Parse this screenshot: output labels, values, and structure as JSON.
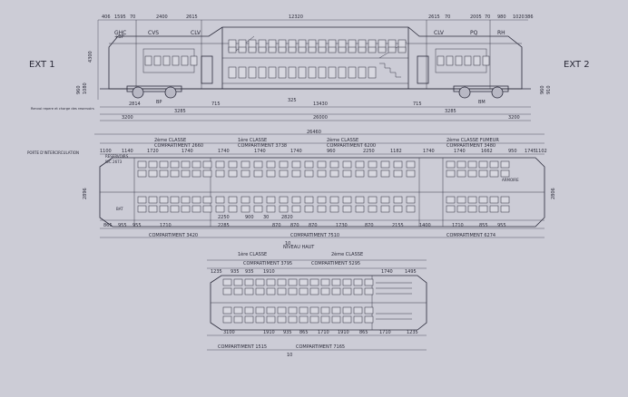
{
  "side_view": {
    "ext_left": "EXT 1",
    "ext_right": "EXT 2",
    "top_dims": [
      "406",
      "1595",
      "70",
      "2400",
      "2615",
      "12320",
      "2615",
      "70",
      "2005",
      "70",
      "980",
      "1020",
      "386"
    ],
    "compartments": [
      "GHC",
      "CVS",
      "CLV",
      "CLV",
      "PQ",
      "RH"
    ],
    "compartment_sub": "+BP",
    "height_dim": "4300",
    "bottom_dims": [
      "2814",
      "3285",
      "715",
      "13430",
      "3285",
      "3200",
      "3200",
      "26000",
      "715",
      "325"
    ],
    "bogie_labels": [
      "BP",
      "BM"
    ],
    "note_left": "Renvoi repere et charge des reservoirs",
    "left_side_dims": [
      "960",
      "1080"
    ],
    "right_side_dims": [
      "960",
      "910"
    ]
  },
  "plan_view": {
    "total": "26460",
    "top_dims": [
      "1100",
      "1140",
      "1720",
      "1740",
      "1740",
      "1740",
      "1740",
      "960",
      "2250",
      "1182",
      "1740",
      "1740",
      "1662",
      "950",
      "1745",
      "1102"
    ],
    "class_labels": [
      {
        "class": "2ème CLASSE",
        "comp": "COMPARTIMENT 2660"
      },
      {
        "class": "1ère CLASSE",
        "comp": "COMPARTIMENT 3738"
      },
      {
        "class": "2ème CLASSE",
        "comp": "COMPARTIMENT 6200"
      },
      {
        "class": "2ème CLASSE FUMEUR",
        "comp": "COMPARTIMENT 3480"
      }
    ],
    "door_label": "PORTE D'INTERCIRCULATION",
    "left_labels": [
      "RESERVOIRS",
      "WC 2673",
      "BAT"
    ],
    "right_labels": [
      "ARMOIRE"
    ],
    "bottom_dims": [
      "865",
      "955",
      "955",
      "1710",
      "2285",
      "870",
      "870",
      "870",
      "1730",
      "870",
      "2155",
      "1710",
      "855",
      "955",
      "1400"
    ],
    "bottom_dims2": [
      "2250",
      "900",
      "30",
      "2820"
    ],
    "bottom_comps": [
      "COMPARTIMENT 3420",
      "COMPARTIMENT 7510",
      "COMPARTIMENT 6274"
    ],
    "width_dims": [
      "2896",
      "2806"
    ],
    "center_mark": "10"
  },
  "upper_view": {
    "title": "NIVEAU HAUT",
    "class_labels": [
      "1ère CLASSE",
      "2ème CLASSE"
    ],
    "top_comps": [
      "COMPARTIMENT 3795",
      "COMPARTIMENT 5295"
    ],
    "top_dims": [
      "1235",
      "935",
      "935",
      "1910",
      "1740",
      "1495"
    ],
    "bottom_dims": [
      "3100",
      "1910",
      "935",
      "865",
      "1710",
      "1910",
      "865",
      "1710",
      "1235"
    ],
    "bottom_comps": [
      "COMPARTIMENT 1515",
      "COMPARTIMENT 7165"
    ],
    "center_mark": "10"
  },
  "colors": {
    "background": "#ccccd6",
    "ink": "#2a2a3a"
  }
}
